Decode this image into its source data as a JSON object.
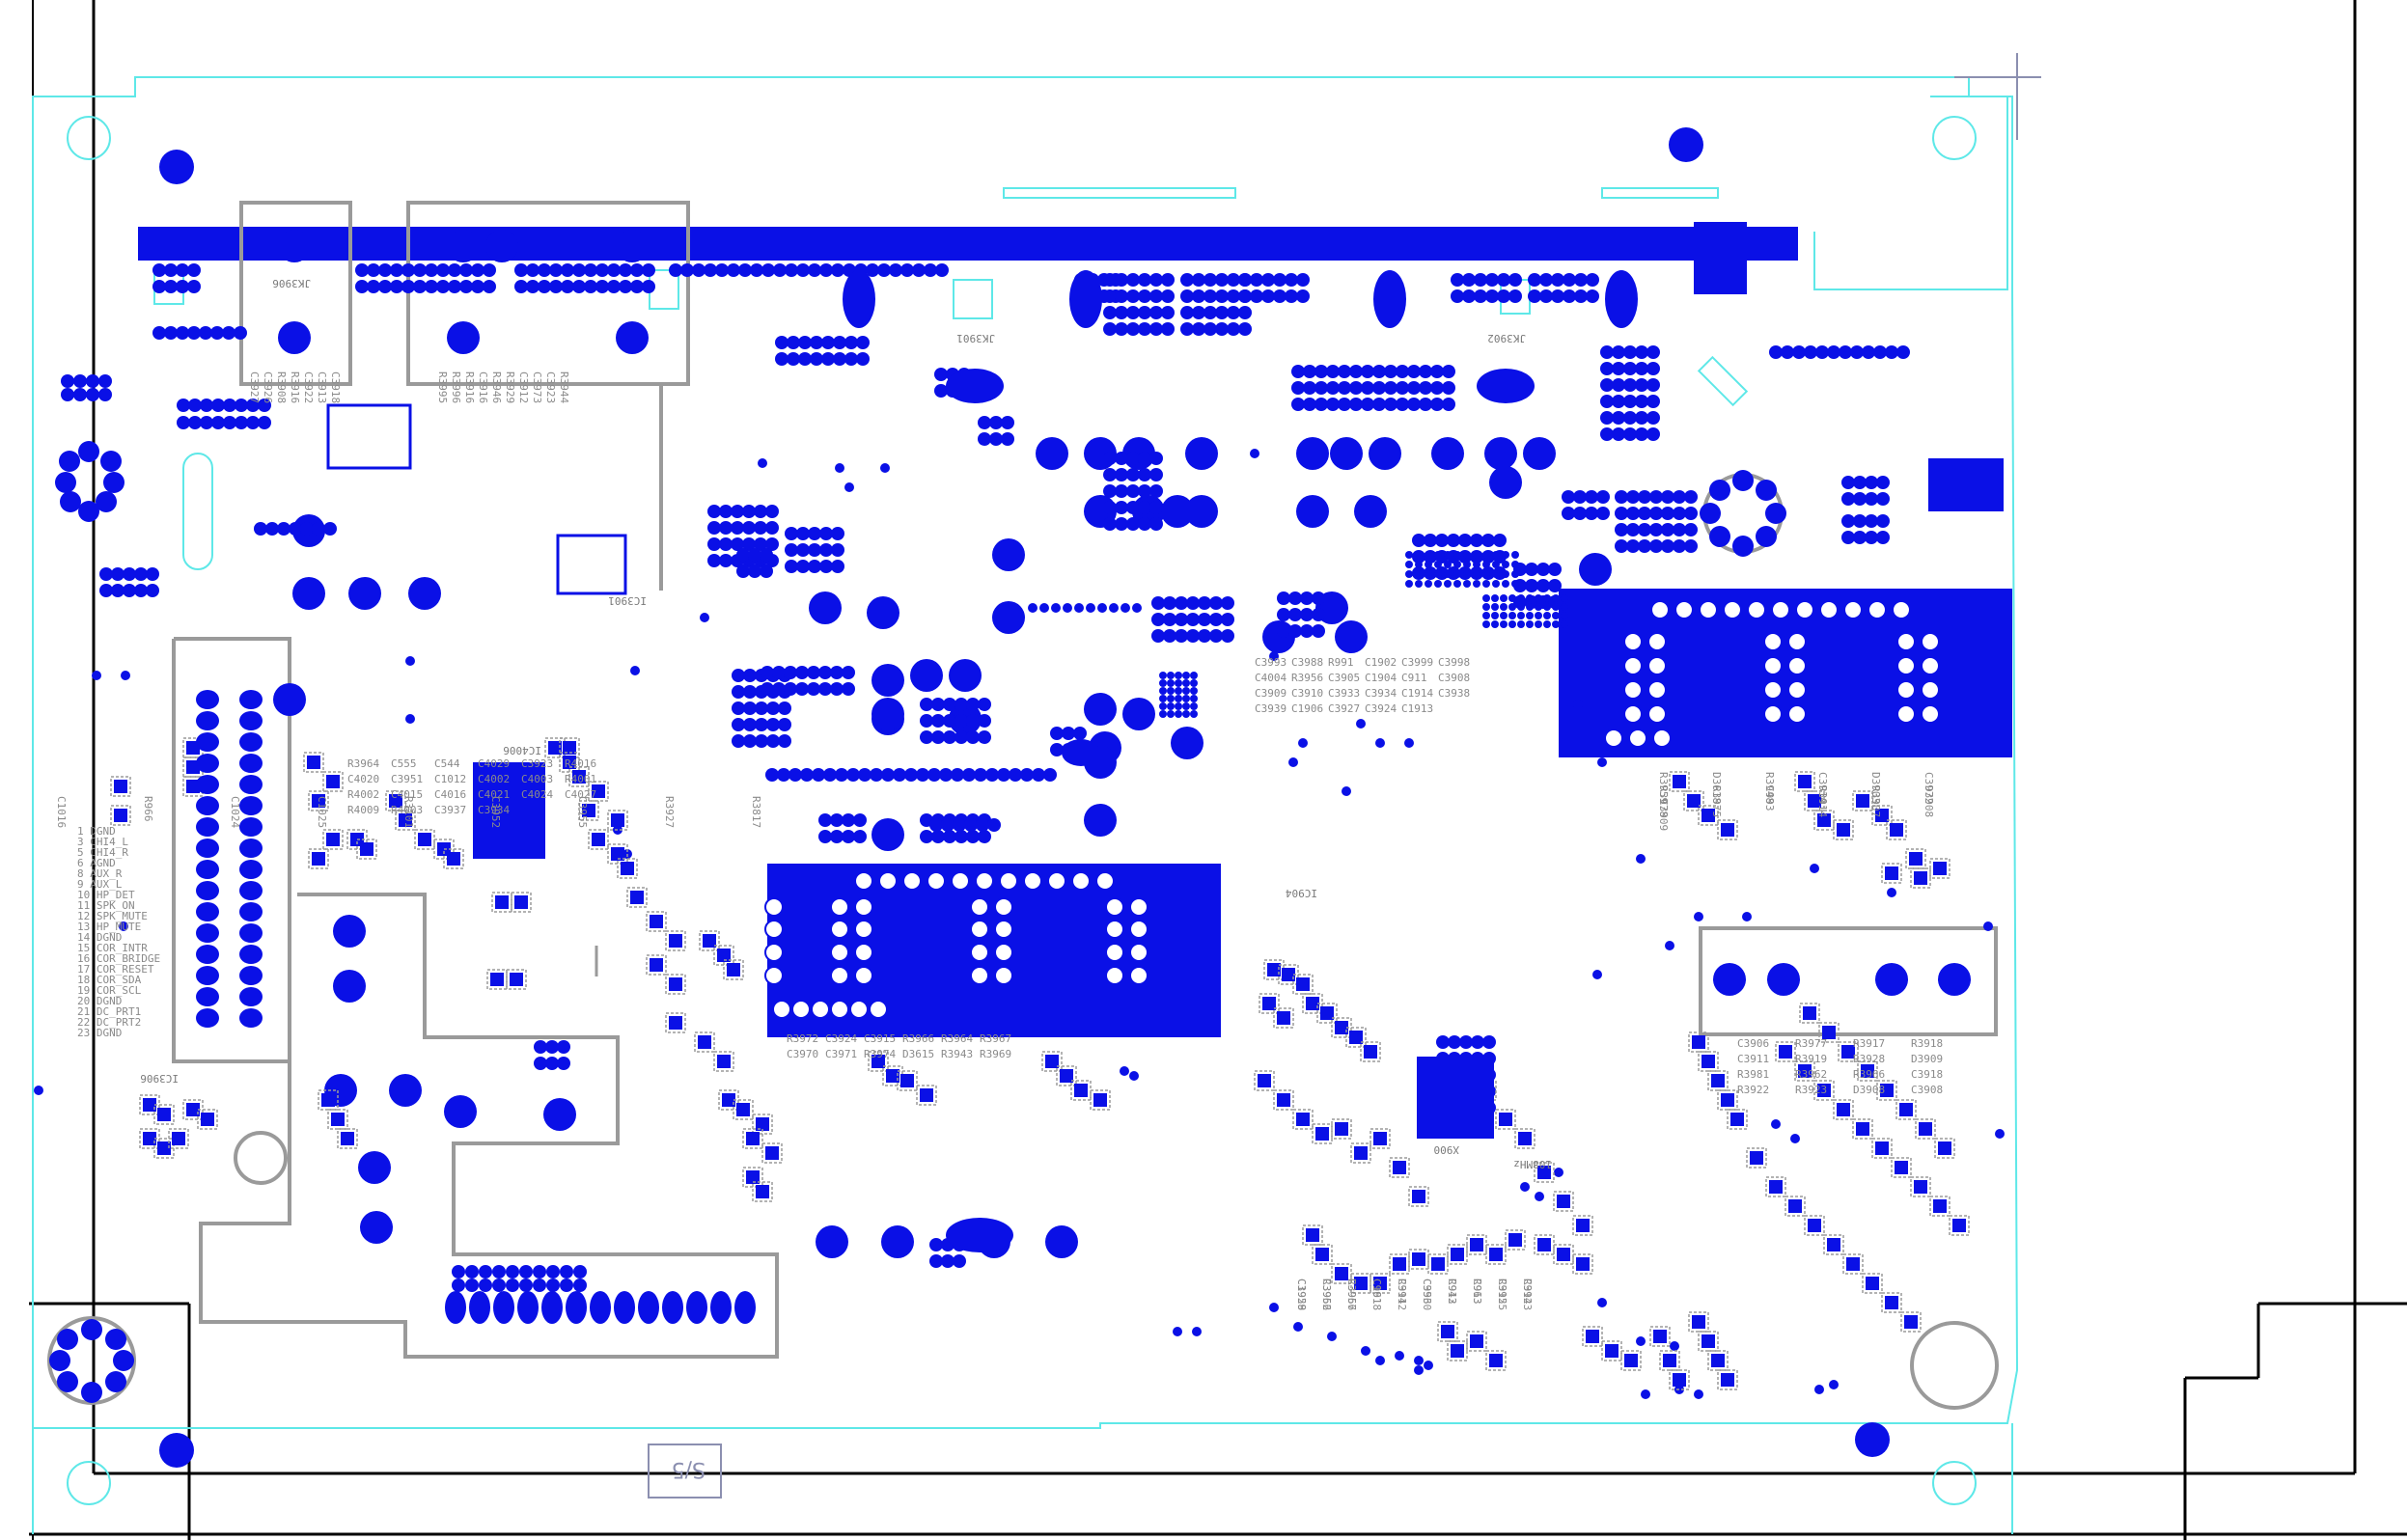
{
  "colors": {
    "copper": "#0a10e6",
    "outline": "#5ee8e8",
    "silk": "#9a9a9a",
    "frame": "#000000",
    "sheet_label": "#8b8fb0"
  },
  "sheet_label": "S/5",
  "connector_labels": {
    "jk_left": "JK3906",
    "jk_center": "JK3901",
    "jk_right": "JK3902"
  },
  "chip_labels": {
    "ic_main": "IC4006",
    "ic_top": "IC3901",
    "ic_left": "IC3906",
    "ic_mid": "IC904",
    "crystal": "X900",
    "crystal_freq": "108MHz"
  },
  "refdes_groups": {
    "top_left": [
      "C3927",
      "C3926",
      "R3908",
      "R3916",
      "C3922",
      "C3913",
      "C3918"
    ],
    "top_mid": [
      "R3995",
      "R3996",
      "R3916",
      "C3916",
      "R3946",
      "R3929",
      "C3912",
      "C3973",
      "C3923",
      "R3944"
    ],
    "mid_left": [
      "R3964",
      "C555",
      "C544",
      "C4029",
      "C3923",
      "R4016",
      "C4020",
      "C3951",
      "C1012",
      "C4002",
      "C4003",
      "R4001",
      "R4002",
      "C4015",
      "C4016",
      "C4021",
      "C4024",
      "C4027",
      "R4009",
      "R4003",
      "C3937",
      "C3934"
    ],
    "center": [
      "R3972",
      "C3924",
      "C3915",
      "R3966",
      "R3964",
      "R3967",
      "C3970",
      "C3971",
      "R3974",
      "D3615",
      "R3943",
      "R3969"
    ],
    "right_mid": [
      "R3959",
      "D3618",
      "R3948",
      "C3914",
      "D3903",
      "C3972",
      "R3978",
      "R3975",
      "C993",
      "R3914",
      "R3907",
      "D3908",
      "C3909"
    ],
    "right_low": [
      "C3906",
      "R3977",
      "R3917",
      "R3918",
      "C3911",
      "R3919",
      "R3928",
      "D3909",
      "R3981",
      "R3962",
      "R3966",
      "C3918",
      "R3922",
      "R3923",
      "D3908",
      "C3908"
    ],
    "far_left_pins": [
      "1 DGND",
      "3 CHI4_L",
      "5 CHI4_R",
      "6 AGND",
      "8 AUX_R",
      "9 AUX_L",
      "10 HP_DET",
      "11 SPK_ON",
      "12 SPK_MUTE",
      "13 HP_MUTE",
      "14 DGND",
      "15 COR_INTR",
      "16 COR_BRIDGE",
      "17 COR_RESET",
      "18 COR_SDA",
      "19 COR_SCL",
      "20 DGND",
      "21 DC_PRT1",
      "22 DC_PRT2",
      "23 DGND"
    ],
    "bottom_center": [
      "C3958",
      "C3956",
      "C3957",
      "C961",
      "R911",
      "C3960",
      "R912",
      "R913",
      "R915",
      "R914",
      "C1929",
      "R3962",
      "R3966",
      "C1918",
      "C3942",
      "C953",
      "C943",
      "C963",
      "C3925",
      "C3923"
    ],
    "ic_area": [
      "C3993",
      "C3988",
      "R991",
      "C1902",
      "C3999",
      "C3998",
      "C4004",
      "R3956",
      "C3905",
      "C1904",
      "C911",
      "C3908",
      "C3909",
      "C3910",
      "C3933",
      "C3934",
      "C1914",
      "C3938",
      "C3939",
      "C1906",
      "C3927",
      "C3924",
      "C1913"
    ],
    "misc": [
      "C1016",
      "R966",
      "C1024",
      "C1025",
      "R3101",
      "C3952",
      "C3955",
      "R3927",
      "R3817"
    ]
  }
}
